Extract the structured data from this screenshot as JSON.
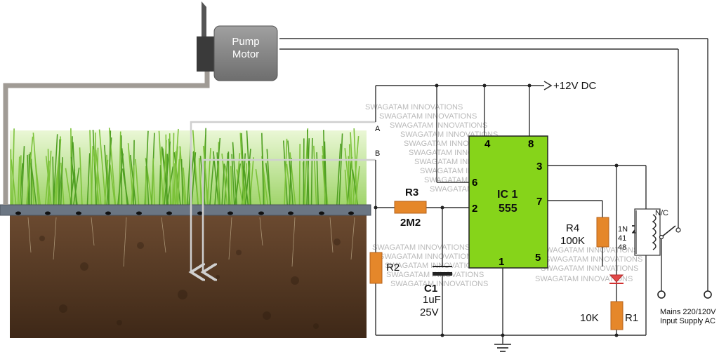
{
  "pump": {
    "label_line1": "Pump",
    "label_line2": "Motor"
  },
  "supply": {
    "dc_label": "+12V DC"
  },
  "probes": {
    "a": "A",
    "b": "B"
  },
  "ic": {
    "name": "IC 1",
    "part": "555",
    "pins": {
      "p1": "1",
      "p2": "2",
      "p3": "3",
      "p4": "4",
      "p5": "5",
      "p6": "6",
      "p7": "7",
      "p8": "8"
    }
  },
  "components": {
    "r1": "R1",
    "r1_value": "10K",
    "r2": "R2",
    "r3": "R3",
    "r3_value": "2M2",
    "r4": "R4",
    "r4_value": "100K",
    "c1": "C1",
    "c1_value": "1uF",
    "c1_voltage": "25V",
    "diode_l1": "1N",
    "diode_l2": "41",
    "diode_l3": "48",
    "relay_contact": "N/C"
  },
  "mains": {
    "line1": "Mains 220/120V",
    "line2": "Input Supply AC"
  },
  "watermark": "SWAGATAM INNOVATIONS",
  "colors": {
    "component": "#e5872a",
    "ic_body": "#86d41a",
    "soil": "#5a3c26",
    "grass": "#6fbf2e",
    "pipe": "#8a8a8a",
    "motor": "#8c8c8c"
  }
}
